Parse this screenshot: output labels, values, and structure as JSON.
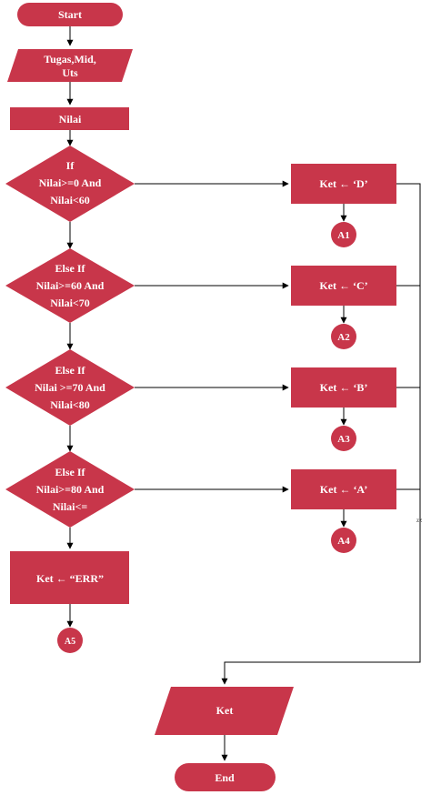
{
  "colors": {
    "shape_fill": "#c8364a",
    "text": "#ffffff",
    "line": "#000000"
  },
  "nodes": {
    "start": "Start",
    "input": [
      "Tugas,Mid,",
      "Uts"
    ],
    "process_nilai": "Nilai",
    "decision1": [
      "If",
      "Nilai>=0 And",
      "Nilai<60"
    ],
    "decision2": [
      "Else If",
      "Nilai>=60 And",
      "Nilai<70"
    ],
    "decision3": [
      "Else If",
      "Nilai >=70 And",
      "Nilai<80"
    ],
    "decision4": [
      "Else If",
      "Nilai>=80 And",
      "Nilai<="
    ],
    "ket_d": "Ket ← ‘D’",
    "ket_c": "Ket ←  ‘C’",
    "ket_b": "Ket ← ‘B’",
    "ket_a": "Ket ← ‘A’",
    "ket_err": "Ket ← “ERR”",
    "conn_a1": "A1",
    "conn_a2": "A2",
    "conn_a3": "A3",
    "conn_a4": "A4",
    "conn_a5": "A5",
    "output": "Ket",
    "end": "End",
    "side_mark": "zz"
  }
}
